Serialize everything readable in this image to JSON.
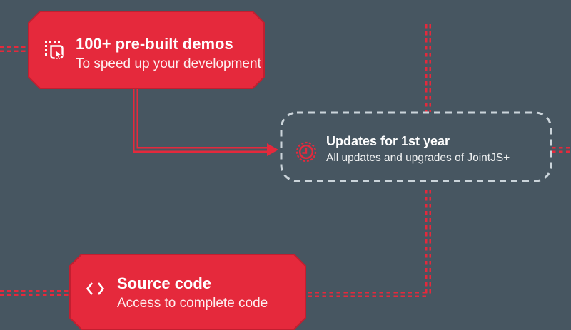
{
  "colors": {
    "background": "#475661",
    "node_red_fill": "#E5293C",
    "node_red_border": "#C11F30",
    "dashed_node_border": "#CBD4DA",
    "connector_red": "#E5293C",
    "text": "#FFFFFF"
  },
  "diagram": {
    "nodes": [
      {
        "id": "demos",
        "title": "100+ pre-built demos",
        "subtitle": "To speed up your development",
        "icon": "selection-cursor-icon",
        "style": "solid-red-chamfered"
      },
      {
        "id": "updates",
        "title": "Updates for 1st year",
        "subtitle": "All updates and upgrades of JointJS+",
        "icon": "clock-history-icon",
        "style": "dashed-outline-rounded"
      },
      {
        "id": "source",
        "title": "Source code",
        "subtitle": "Access to complete code",
        "icon": "code-icon",
        "style": "solid-red-chamfered"
      }
    ],
    "connectors": [
      {
        "id": "left-edge-to-demos",
        "style": "dashed-tube"
      },
      {
        "id": "demos-to-updates",
        "style": "solid-tube-arrow"
      },
      {
        "id": "top-edge-to-updates",
        "style": "dashed-tube"
      },
      {
        "id": "updates-to-right-edge",
        "style": "dashed-tube"
      },
      {
        "id": "updates-to-source",
        "style": "dashed-tube"
      },
      {
        "id": "left-edge-to-source",
        "style": "dashed-tube"
      }
    ]
  }
}
